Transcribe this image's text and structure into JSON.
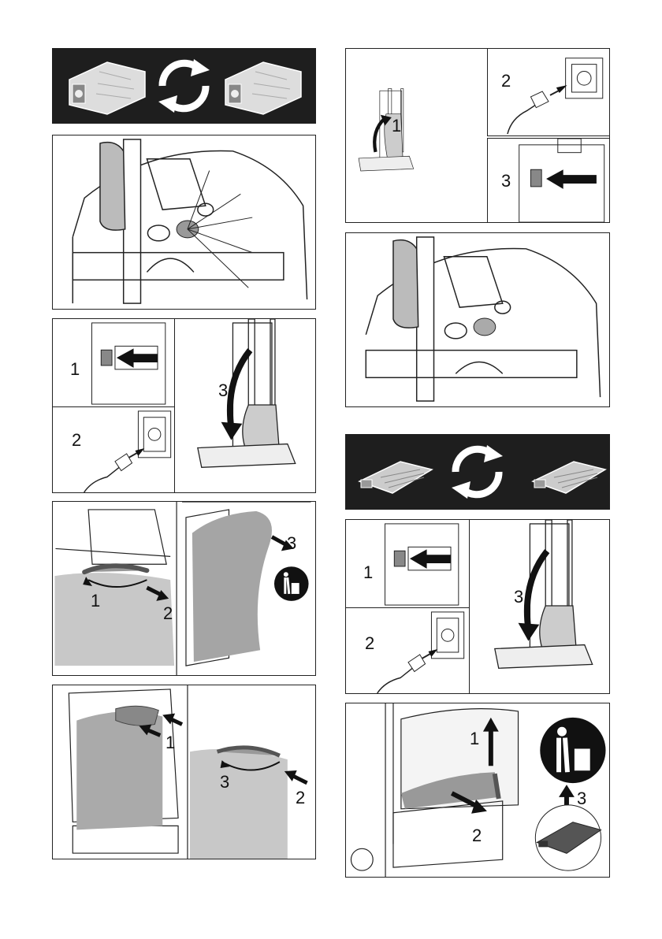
{
  "steps": {
    "unplug_left": {
      "n1": "1",
      "n2": "2",
      "n3": "3"
    },
    "remove_bag": {
      "n1": "1",
      "n2": "2",
      "n3": "3"
    },
    "insert_bag": {
      "n1": "1",
      "n2": "2",
      "n3": "3"
    },
    "reconnect": {
      "n1": "1",
      "n2": "2",
      "n3": "3"
    },
    "unplug_right": {
      "n1": "1",
      "n2": "2",
      "n3": "3"
    },
    "remove_filter": {
      "n1": "1",
      "n2": "2",
      "n3": "3"
    }
  },
  "icons": {
    "replace": "replace-cycle-icon",
    "trash": "trash-bin-icon"
  },
  "colors": {
    "banner_bg": "#1e1e1e",
    "bag_gray": "#9a9a9a",
    "line": "#222222"
  }
}
